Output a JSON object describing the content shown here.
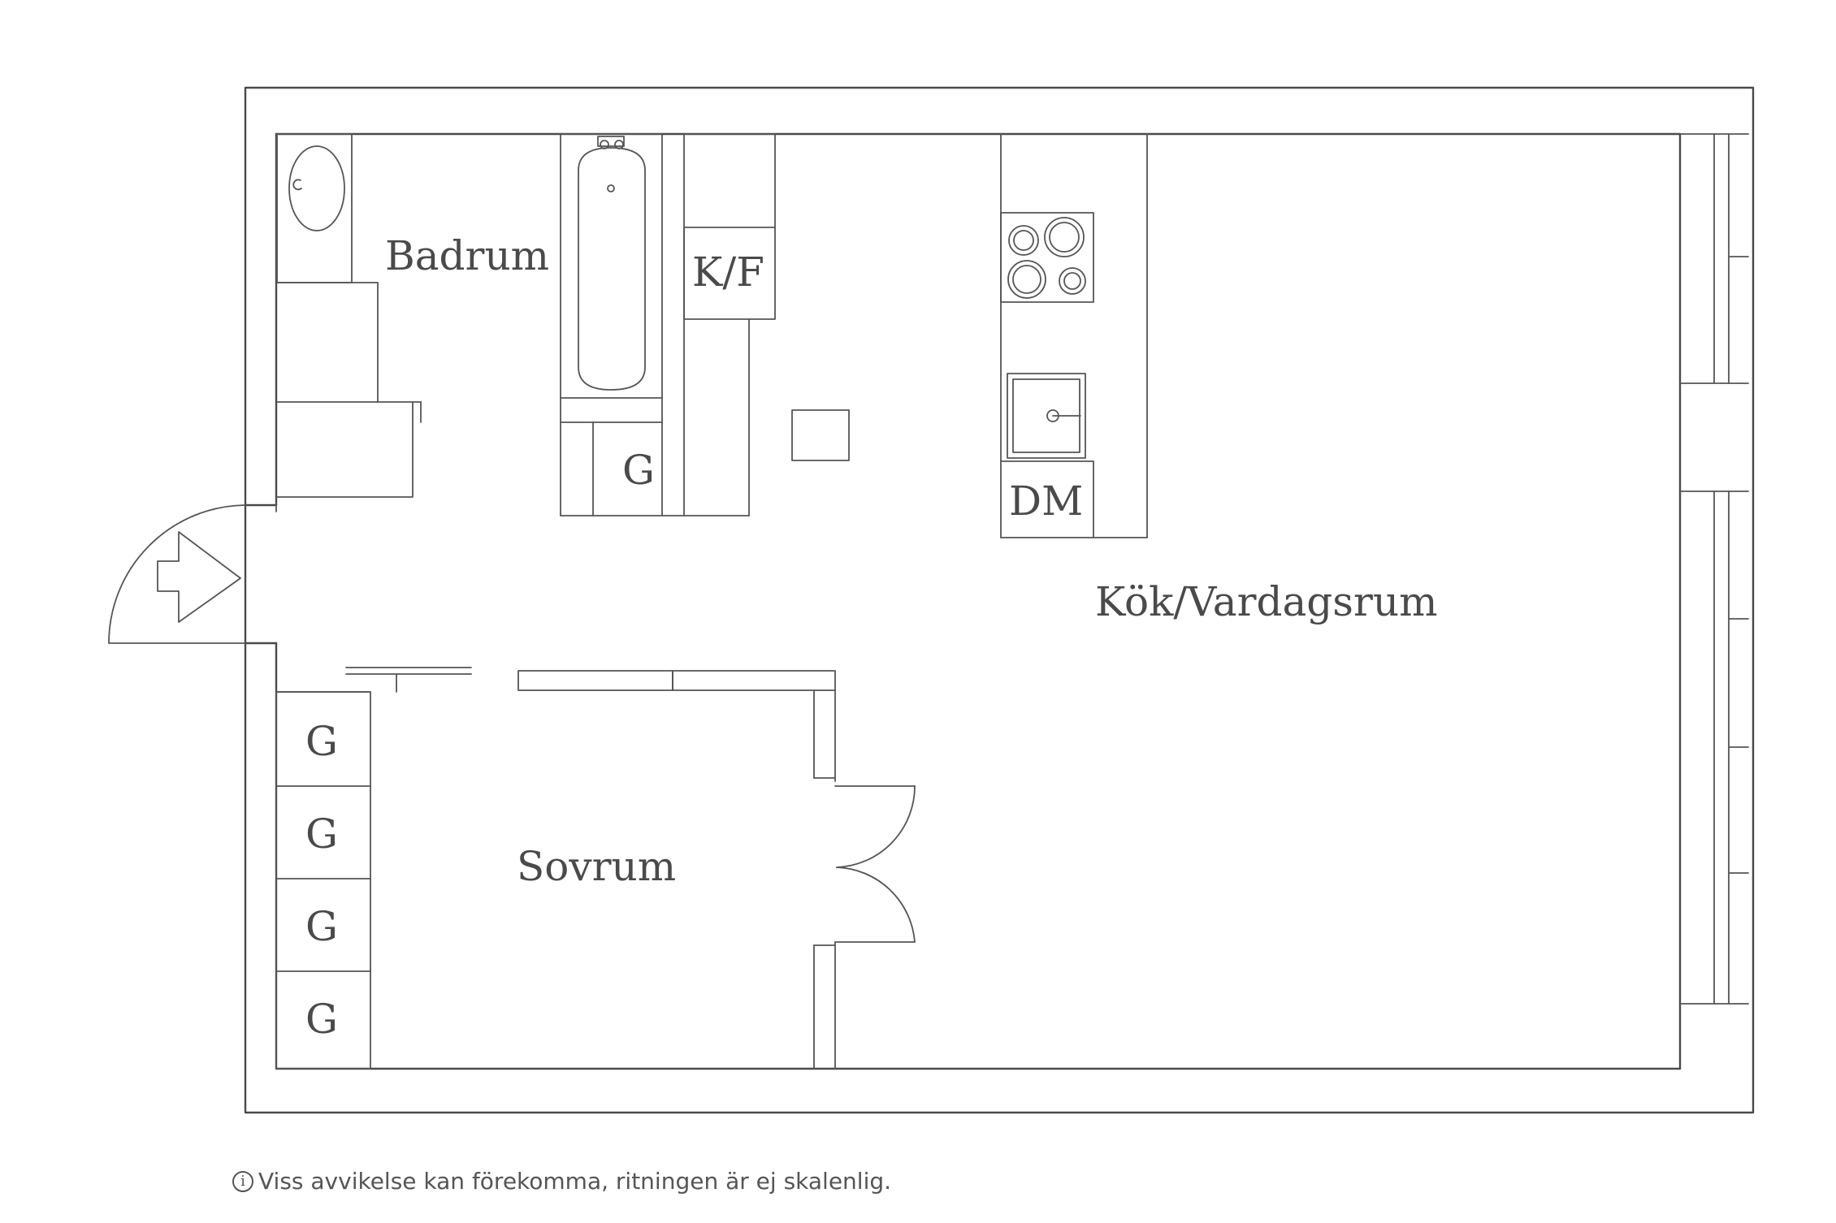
{
  "rooms": {
    "bathroom": "Badrum",
    "kitchen_living": "Kök/Vardagsrum",
    "bedroom": "Sovrum"
  },
  "fixtures": {
    "fridge_freezer": "K/F",
    "dishwasher": "DM",
    "closet_label": "G"
  },
  "disclaimer": {
    "icon": "info-icon",
    "icon_glyph": "i",
    "text": "Viss avvikelse kan förekomma, ritningen är ej skalenlig."
  }
}
